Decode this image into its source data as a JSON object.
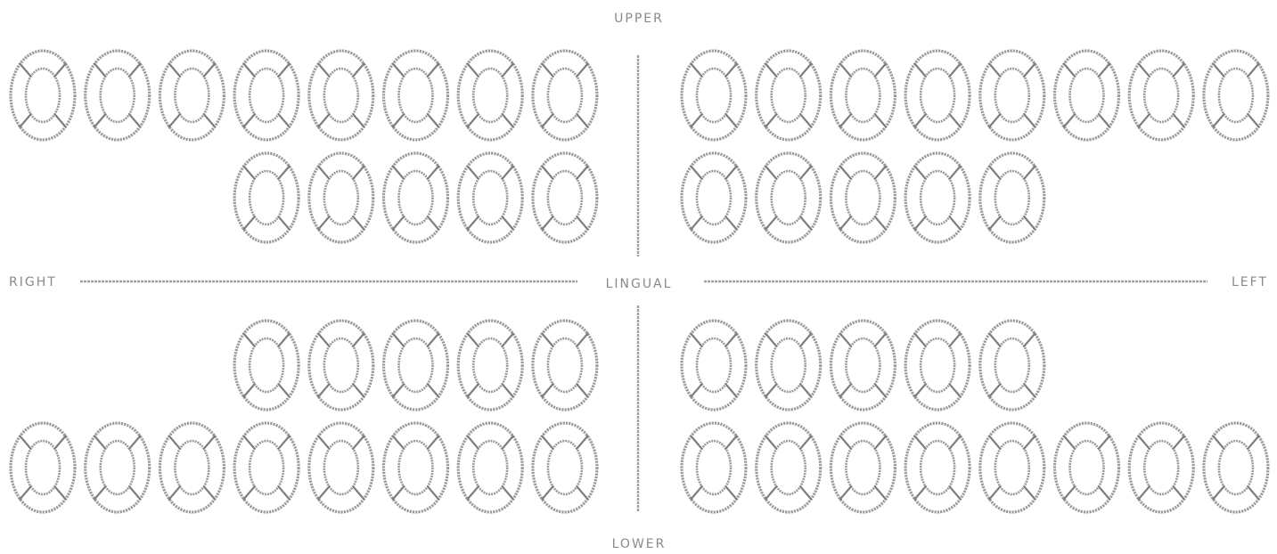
{
  "labels": {
    "upper": "UPPER",
    "lower": "LOWER",
    "right": "RIGHT",
    "left": "LEFT",
    "lingual": "LINGUAL"
  },
  "chart": {
    "quadrants": [
      {
        "id": "upper-right",
        "rows": [
          8,
          5
        ]
      },
      {
        "id": "upper-left",
        "rows": [
          8,
          5
        ]
      },
      {
        "id": "lower-right",
        "rows": [
          5,
          8
        ]
      },
      {
        "id": "lower-left",
        "rows": [
          5,
          8
        ]
      }
    ],
    "colors": {
      "outline": "#9a9a9a",
      "divider": "#7d7d7d",
      "label": "#8a8a8a"
    },
    "tooth_icon": "tooth-surface-icon"
  }
}
